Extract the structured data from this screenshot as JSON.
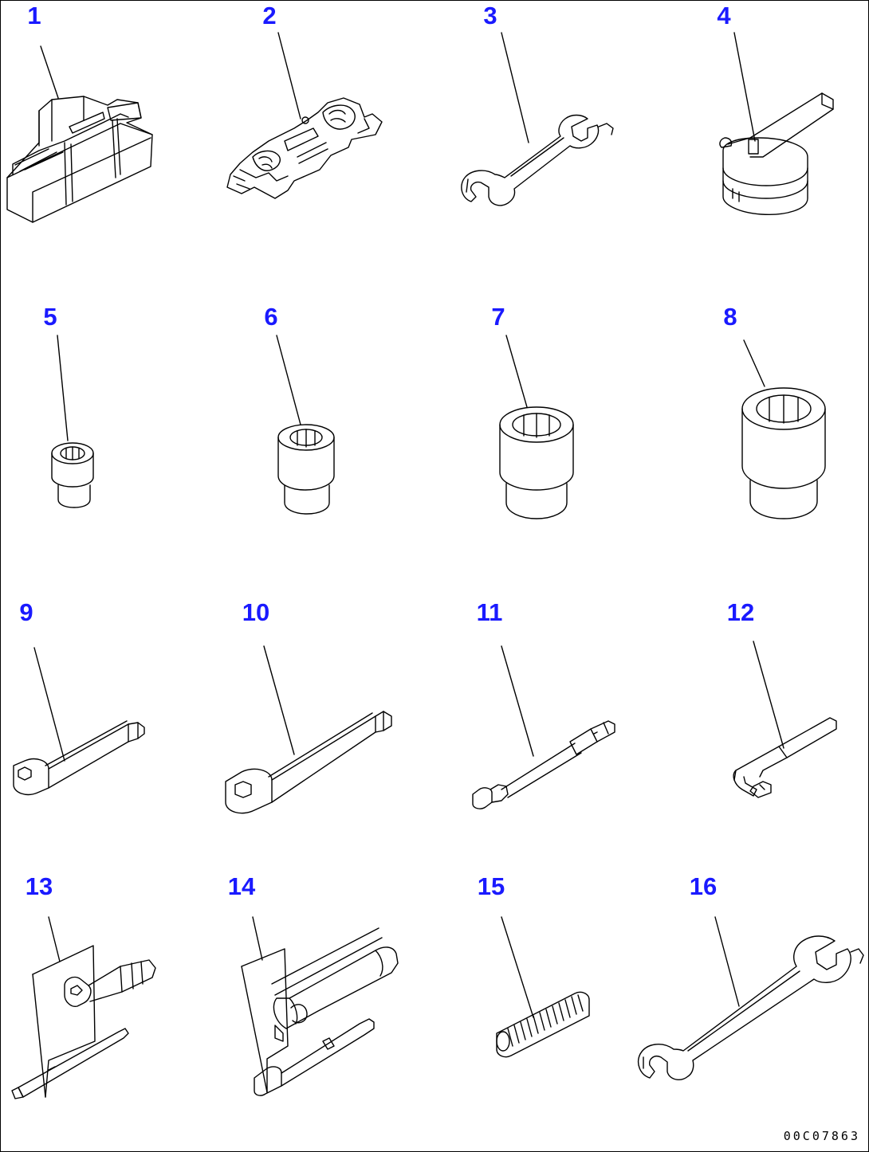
{
  "drawing_code": "00C07863",
  "callouts": [
    {
      "label": "1",
      "icon": "tool-bag-icon"
    },
    {
      "label": "2",
      "icon": "wrench-set-icon"
    },
    {
      "label": "3",
      "icon": "open-end-wrench-icon"
    },
    {
      "label": "4",
      "icon": "filter-wrench-icon"
    },
    {
      "label": "5",
      "icon": "small-socket-icon"
    },
    {
      "label": "6",
      "icon": "medium-socket-icon"
    },
    {
      "label": "7",
      "icon": "large-socket-icon"
    },
    {
      "label": "8",
      "icon": "extra-large-socket-icon"
    },
    {
      "label": "9",
      "icon": "socket-handle-icon"
    },
    {
      "label": "10",
      "icon": "box-wrench-bar-icon"
    },
    {
      "label": "11",
      "icon": "extension-bar-icon"
    },
    {
      "label": "12",
      "icon": "l-wrench-icon"
    },
    {
      "label": "13",
      "icon": "screwdriver-set-icon"
    },
    {
      "label": "14",
      "icon": "pliers-set-icon"
    },
    {
      "label": "15",
      "icon": "grease-fitting-icon"
    },
    {
      "label": "16",
      "icon": "combination-wrench-icon"
    }
  ]
}
